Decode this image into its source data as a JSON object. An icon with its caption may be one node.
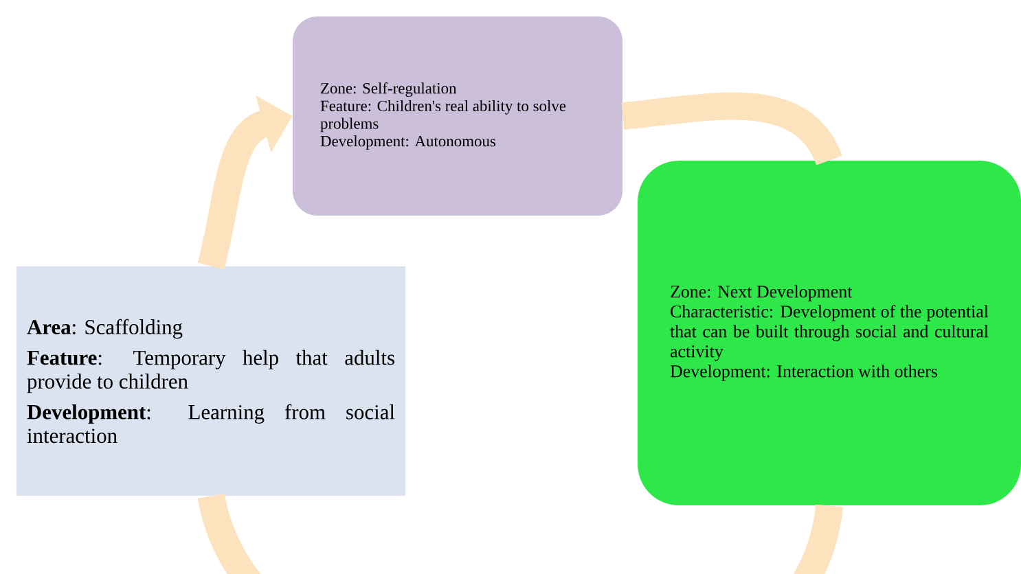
{
  "diagram": {
    "nodes": [
      {
        "text": [
          "Zone: Self-regulation",
          "Feature: Children's real ability to solve problems",
          "Development: Autonomous"
        ]
      },
      {
        "text": [
          "Zone: Next Development",
          "Characteristic: Development of the potential that can be built through social and cultural activity",
          "Development: Interaction with others"
        ]
      },
      {
        "text": [
          "**Area**: Scaffolding",
          "**Feature**: Temporary help that adults provide to children",
          "**Development**: Learning from social interaction"
        ]
      }
    ],
    "edges": [
      {
        "from": 2,
        "to": 0,
        "arrow": "to"
      },
      {
        "from": 0,
        "to": 1,
        "arrow": "none"
      },
      {
        "from": 1,
        "to": 2,
        "arrow": "none"
      }
    ]
  }
}
